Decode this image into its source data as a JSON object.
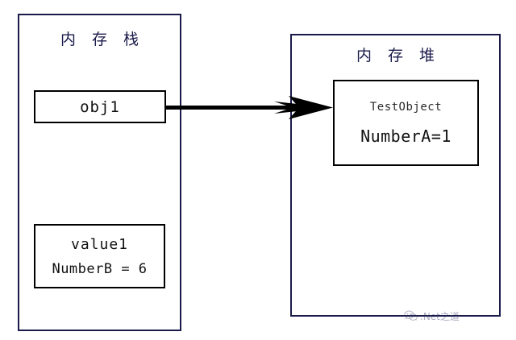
{
  "diagram": {
    "title": "Java memory model: stack reference to heap object",
    "background_color": "#ffffff",
    "region_border_color": "#1b1b4b",
    "cell_border_color": "#000000",
    "arrow_color": "#000000"
  },
  "regions": {
    "stack": {
      "title": "内 存 栈",
      "cells": {
        "obj1": {
          "main": "obj1"
        },
        "value1": {
          "main": "value1",
          "sub": "NumberB = 6"
        }
      }
    },
    "heap": {
      "title": "内 存 堆",
      "cells": {
        "testobject": {
          "title": "TestObject",
          "main": "NumberA=1"
        }
      }
    }
  },
  "arrow": {
    "label": "",
    "from": "obj1",
    "to": "TestObject"
  },
  "watermark": {
    "text": ".Net之道",
    "logo": "wechat-icon",
    "color": "#3a3a6a"
  }
}
